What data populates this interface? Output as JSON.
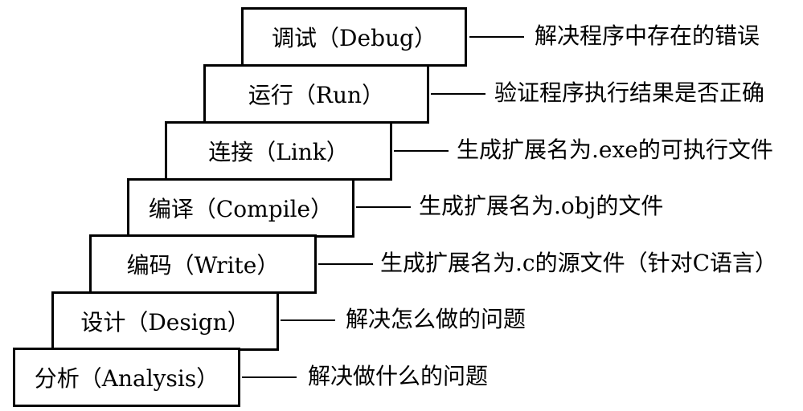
{
  "steps": [
    {
      "id": "debug",
      "label": "调试（Debug）",
      "description": "解决程序中存在的错误"
    },
    {
      "id": "run",
      "label": "运行（Run）",
      "description": "验证程序执行结果是否正确"
    },
    {
      "id": "link",
      "label": "连接（Link）",
      "description": "生成扩展名为.exe的可执行文件"
    },
    {
      "id": "compile",
      "label": "编译（Compile）",
      "description": "生成扩展名为.obj的文件"
    },
    {
      "id": "write",
      "label": "编码（Write）",
      "description": "生成扩展名为.c的源文件（针对C语言）"
    },
    {
      "id": "design",
      "label": "设计（Design）",
      "description": "解决怎么做的问题"
    },
    {
      "id": "analysis",
      "label": "分析（Analysis）",
      "description": "解决做什么的问题"
    }
  ]
}
